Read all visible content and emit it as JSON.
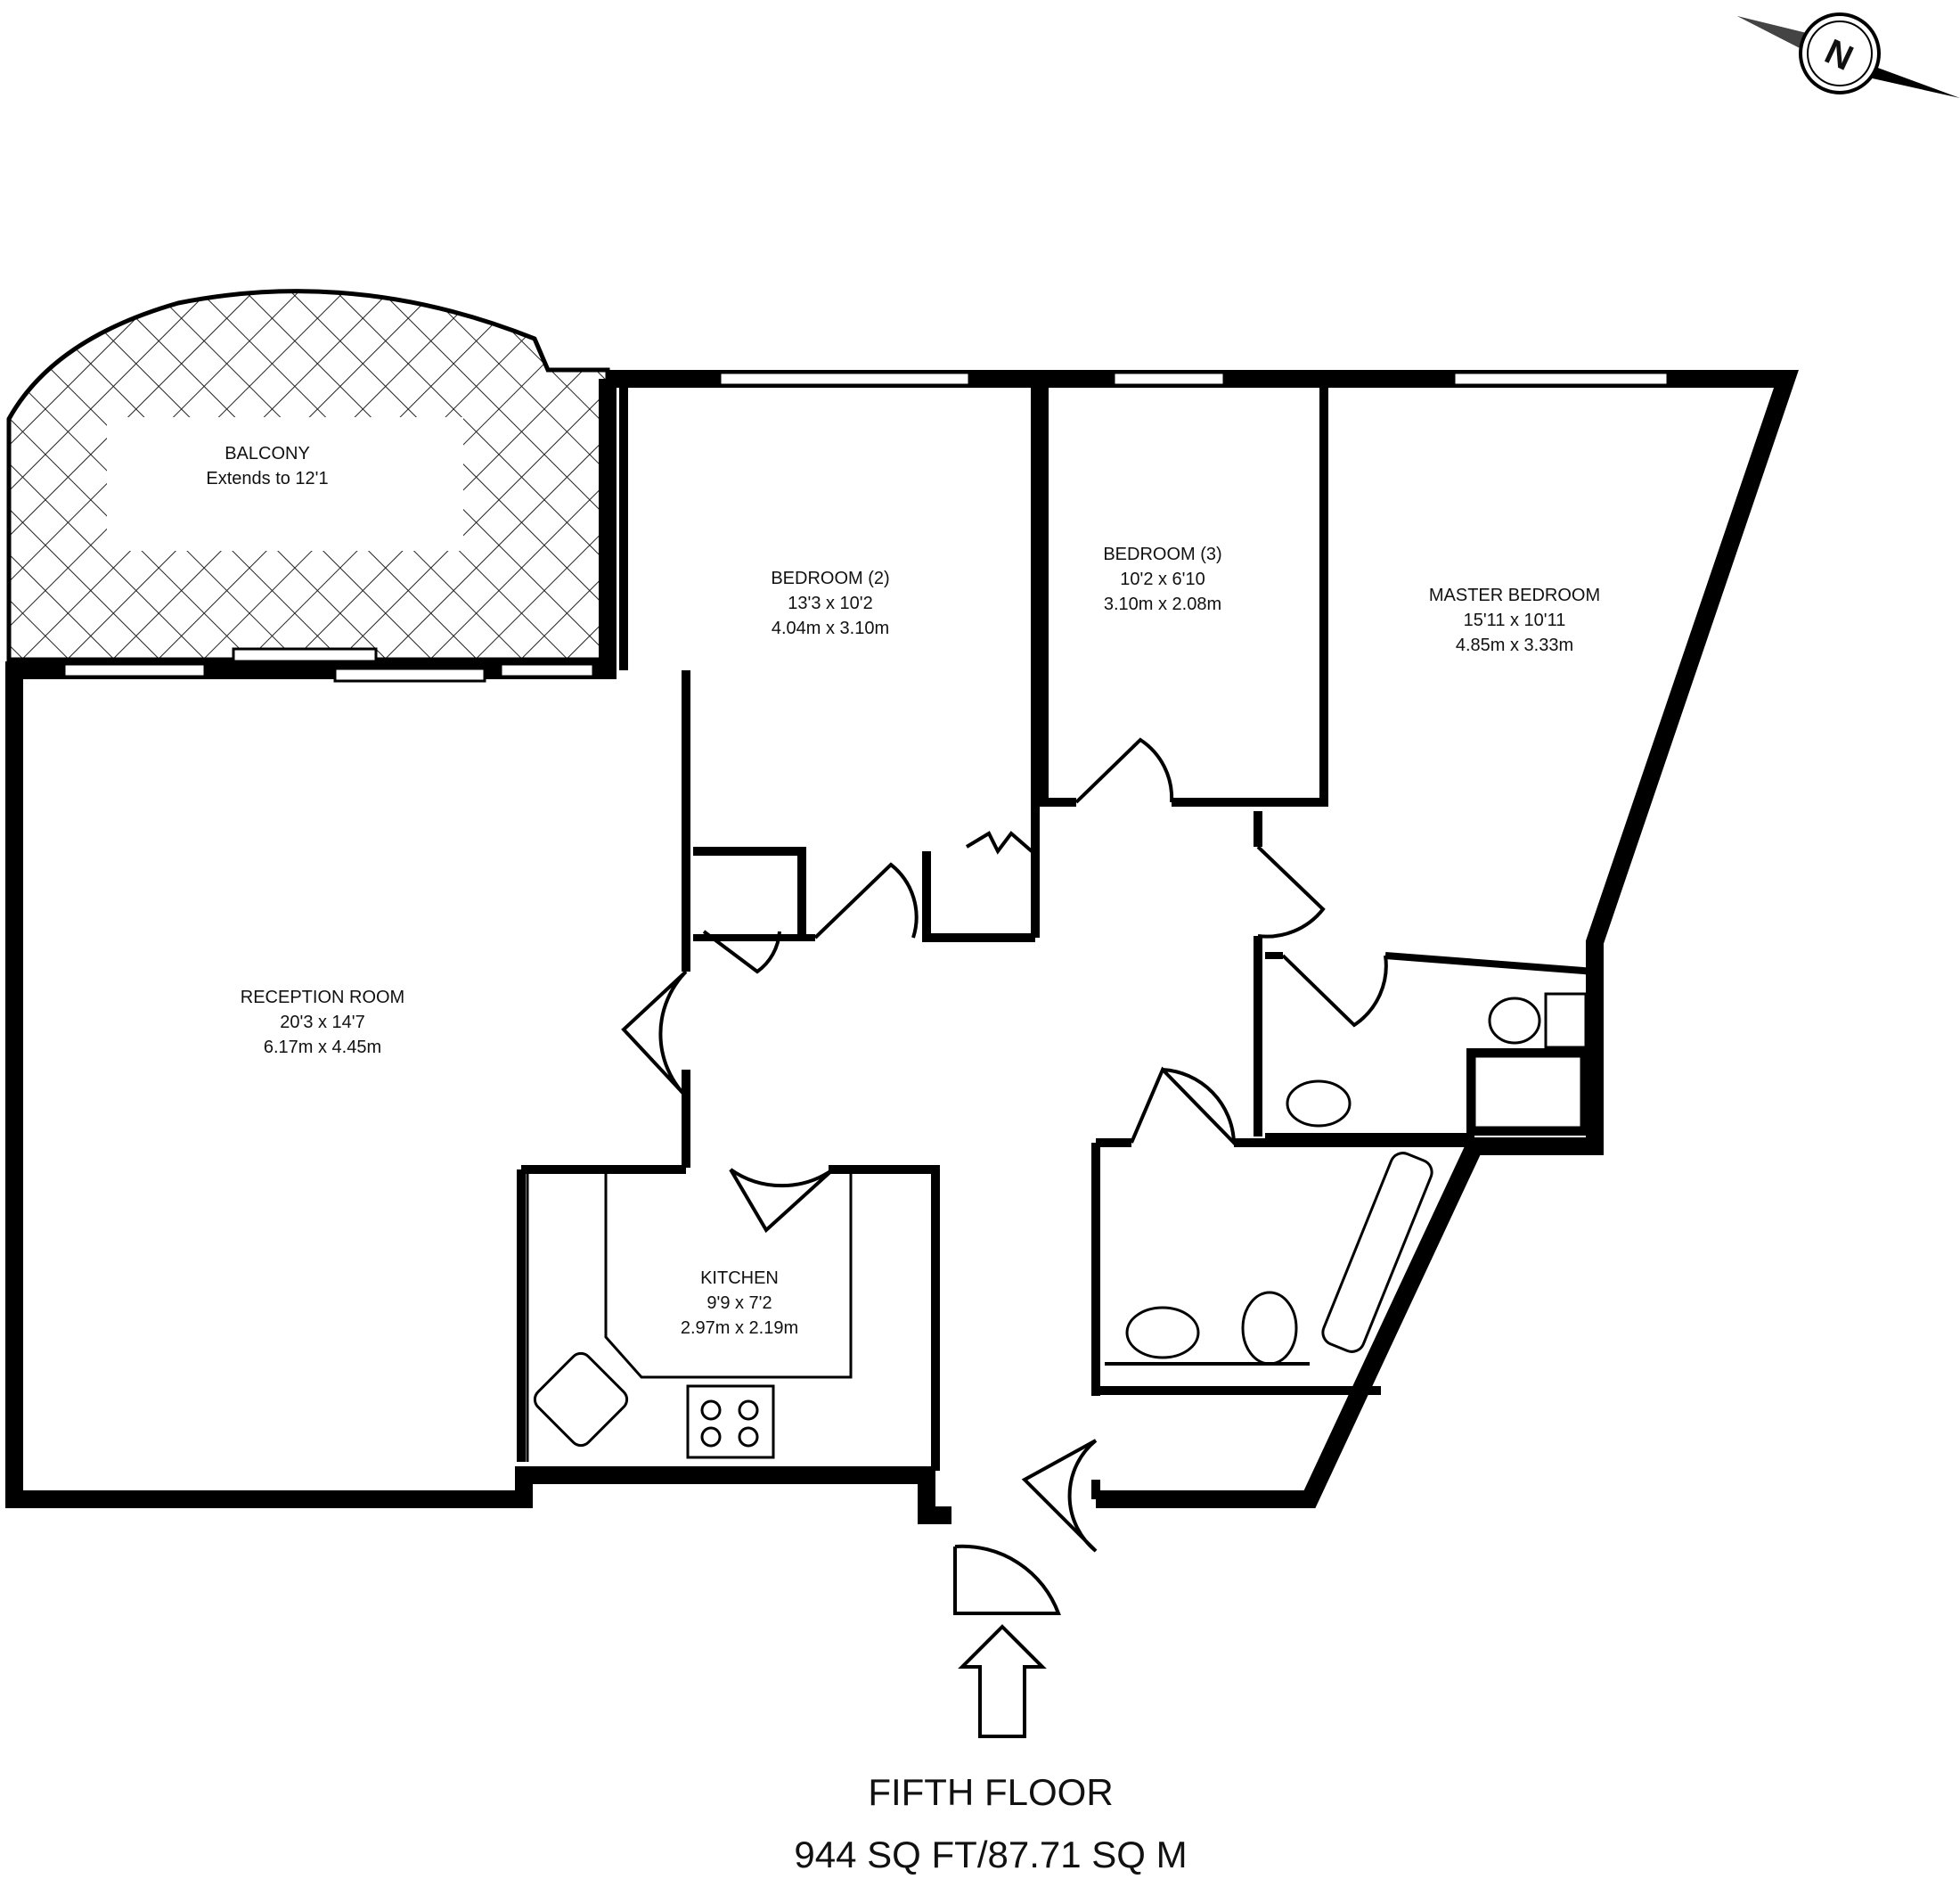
{
  "rooms": {
    "balcony": {
      "name": "BALCONY",
      "dims": "Extends to 12'1"
    },
    "bedroom2": {
      "name": "BEDROOM (2)",
      "imperial": "13'3 x 10'2",
      "metric": "4.04m x 3.10m"
    },
    "bedroom3": {
      "name": "BEDROOM (3)",
      "imperial": "10'2 x 6'10",
      "metric": "3.10m x 2.08m"
    },
    "master": {
      "name": "MASTER BEDROOM",
      "imperial": "15'11 x 10'11",
      "metric": "4.85m x 3.33m"
    },
    "reception": {
      "name": "RECEPTION ROOM",
      "imperial": "20'3 x 14'7",
      "metric": "6.17m x 4.45m"
    },
    "kitchen": {
      "name": "KITCHEN",
      "imperial": "9'9 x 7'2",
      "metric": "2.97m x 2.19m"
    }
  },
  "footer": {
    "floor": "FIFTH FLOOR",
    "area": "944 SQ FT/87.71 SQ M"
  },
  "compass": {
    "letter": "N",
    "icon": "compass-icon"
  },
  "entrance": {
    "icon": "entrance-arrow-icon"
  },
  "colors": {
    "wall": "#000000",
    "background": "#ffffff"
  }
}
